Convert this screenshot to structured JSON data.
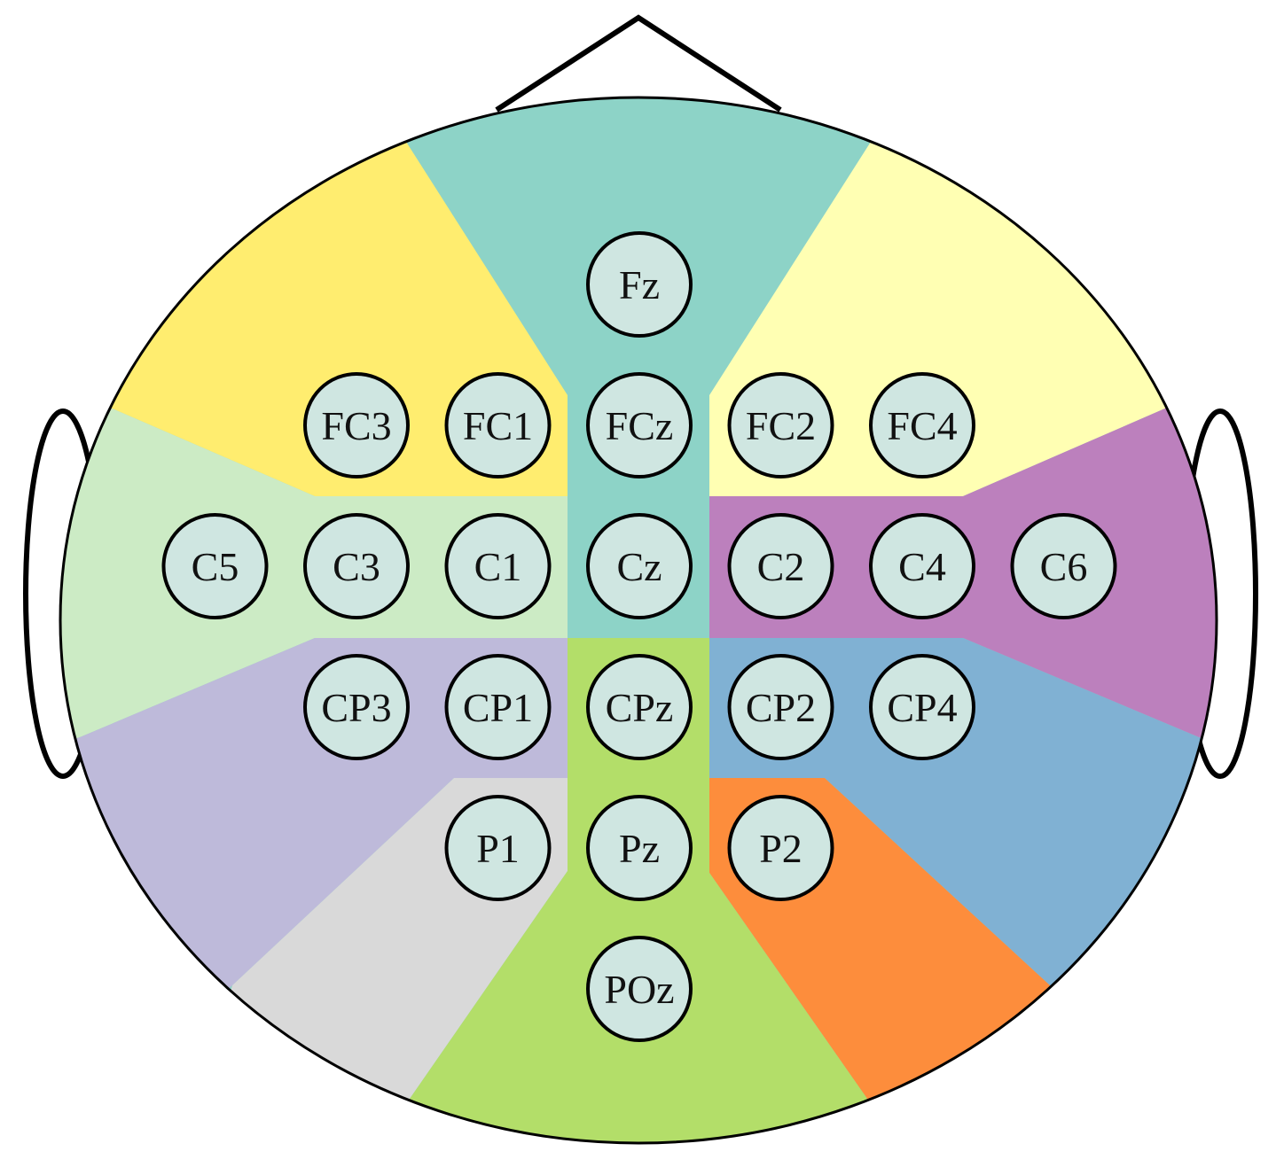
{
  "colors": {
    "outline": "#000000",
    "electrode_fill": "#cfe6e1",
    "frontal_midline": "#8dd3c7",
    "left_frontal": "#ffed6f",
    "right_frontal": "#ffffb3",
    "left_central": "#ccebc5",
    "right_central": "#bc80bd",
    "left_centroparietal": "#bebada",
    "right_centroparietal": "#80b1d3",
    "left_parietal": "#d9d9d9",
    "right_parietal": "#fd8d3c",
    "parietal_midline": "#b3de69"
  },
  "electrodes": [
    {
      "label": "Fz",
      "row": 0,
      "col": 0
    },
    {
      "label": "FC3",
      "row": 1,
      "col": -2
    },
    {
      "label": "FC1",
      "row": 1,
      "col": -1
    },
    {
      "label": "FCz",
      "row": 1,
      "col": 0
    },
    {
      "label": "FC2",
      "row": 1,
      "col": 1
    },
    {
      "label": "FC4",
      "row": 1,
      "col": 2
    },
    {
      "label": "C5",
      "row": 2,
      "col": -3
    },
    {
      "label": "C3",
      "row": 2,
      "col": -2
    },
    {
      "label": "C1",
      "row": 2,
      "col": -1
    },
    {
      "label": "Cz",
      "row": 2,
      "col": 0
    },
    {
      "label": "C2",
      "row": 2,
      "col": 1
    },
    {
      "label": "C4",
      "row": 2,
      "col": 2
    },
    {
      "label": "C6",
      "row": 2,
      "col": 3
    },
    {
      "label": "CP3",
      "row": 3,
      "col": -2
    },
    {
      "label": "CP1",
      "row": 3,
      "col": -1
    },
    {
      "label": "CPz",
      "row": 3,
      "col": 0
    },
    {
      "label": "CP2",
      "row": 3,
      "col": 1
    },
    {
      "label": "CP4",
      "row": 3,
      "col": 2
    },
    {
      "label": "P1",
      "row": 4,
      "col": -1
    },
    {
      "label": "Pz",
      "row": 4,
      "col": 0
    },
    {
      "label": "P2",
      "row": 4,
      "col": 1
    },
    {
      "label": "POz",
      "row": 5,
      "col": 0
    }
  ]
}
